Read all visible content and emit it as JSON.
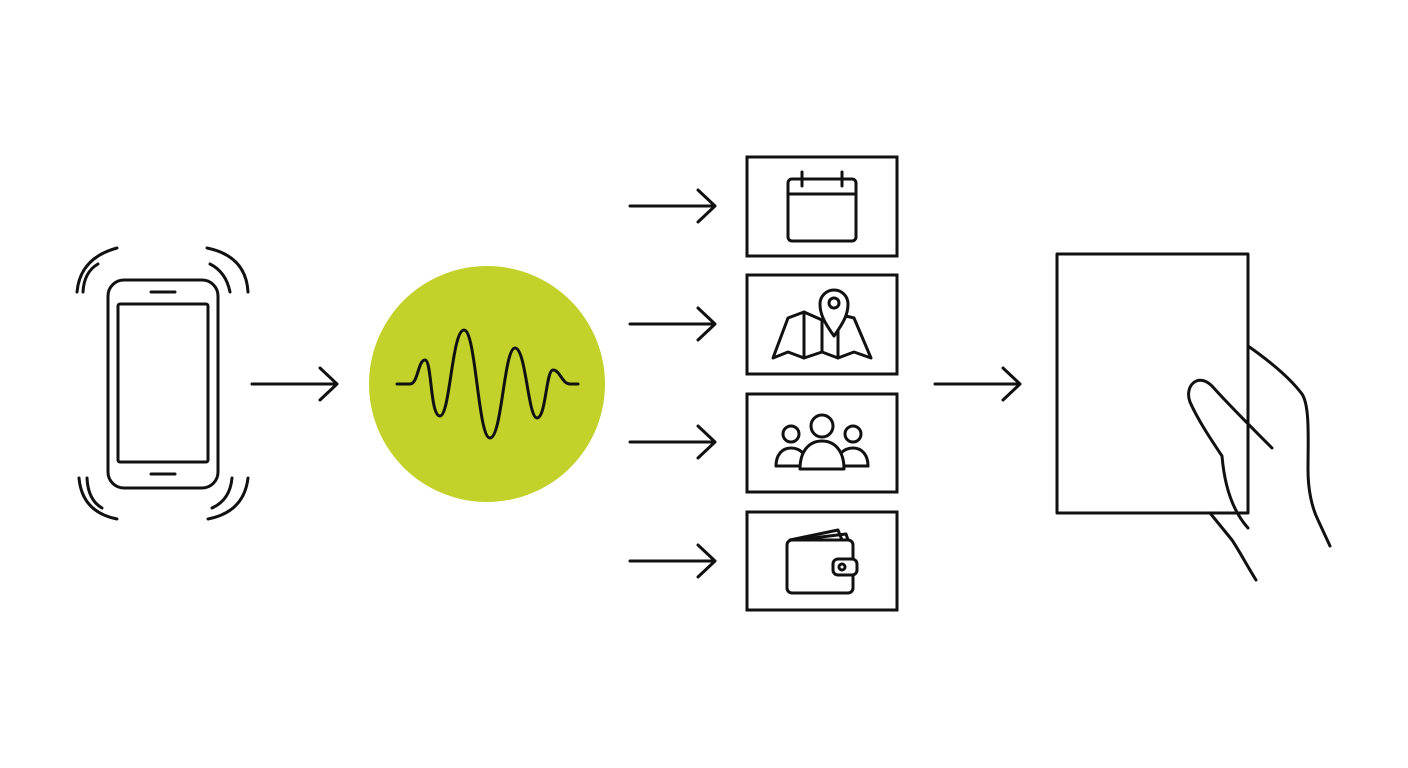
{
  "diagram": {
    "stroke_color": "#111111",
    "accent_color": "#c3d12b",
    "background": "#ffffff",
    "nodes": [
      {
        "id": "phone",
        "icon": "vibrating-smartphone-icon"
      },
      {
        "id": "audio",
        "icon": "sound-wave-icon"
      },
      {
        "id": "calendar",
        "icon": "calendar-icon"
      },
      {
        "id": "map",
        "icon": "map-pin-icon"
      },
      {
        "id": "people",
        "icon": "group-people-icon"
      },
      {
        "id": "wallet",
        "icon": "wallet-icon"
      },
      {
        "id": "document",
        "icon": "blank-document-in-hand-icon"
      }
    ],
    "flow": [
      [
        "phone",
        "audio"
      ],
      [
        "audio",
        "calendar"
      ],
      [
        "audio",
        "map"
      ],
      [
        "audio",
        "people"
      ],
      [
        "audio",
        "wallet"
      ],
      [
        "wallet",
        "document"
      ]
    ]
  }
}
